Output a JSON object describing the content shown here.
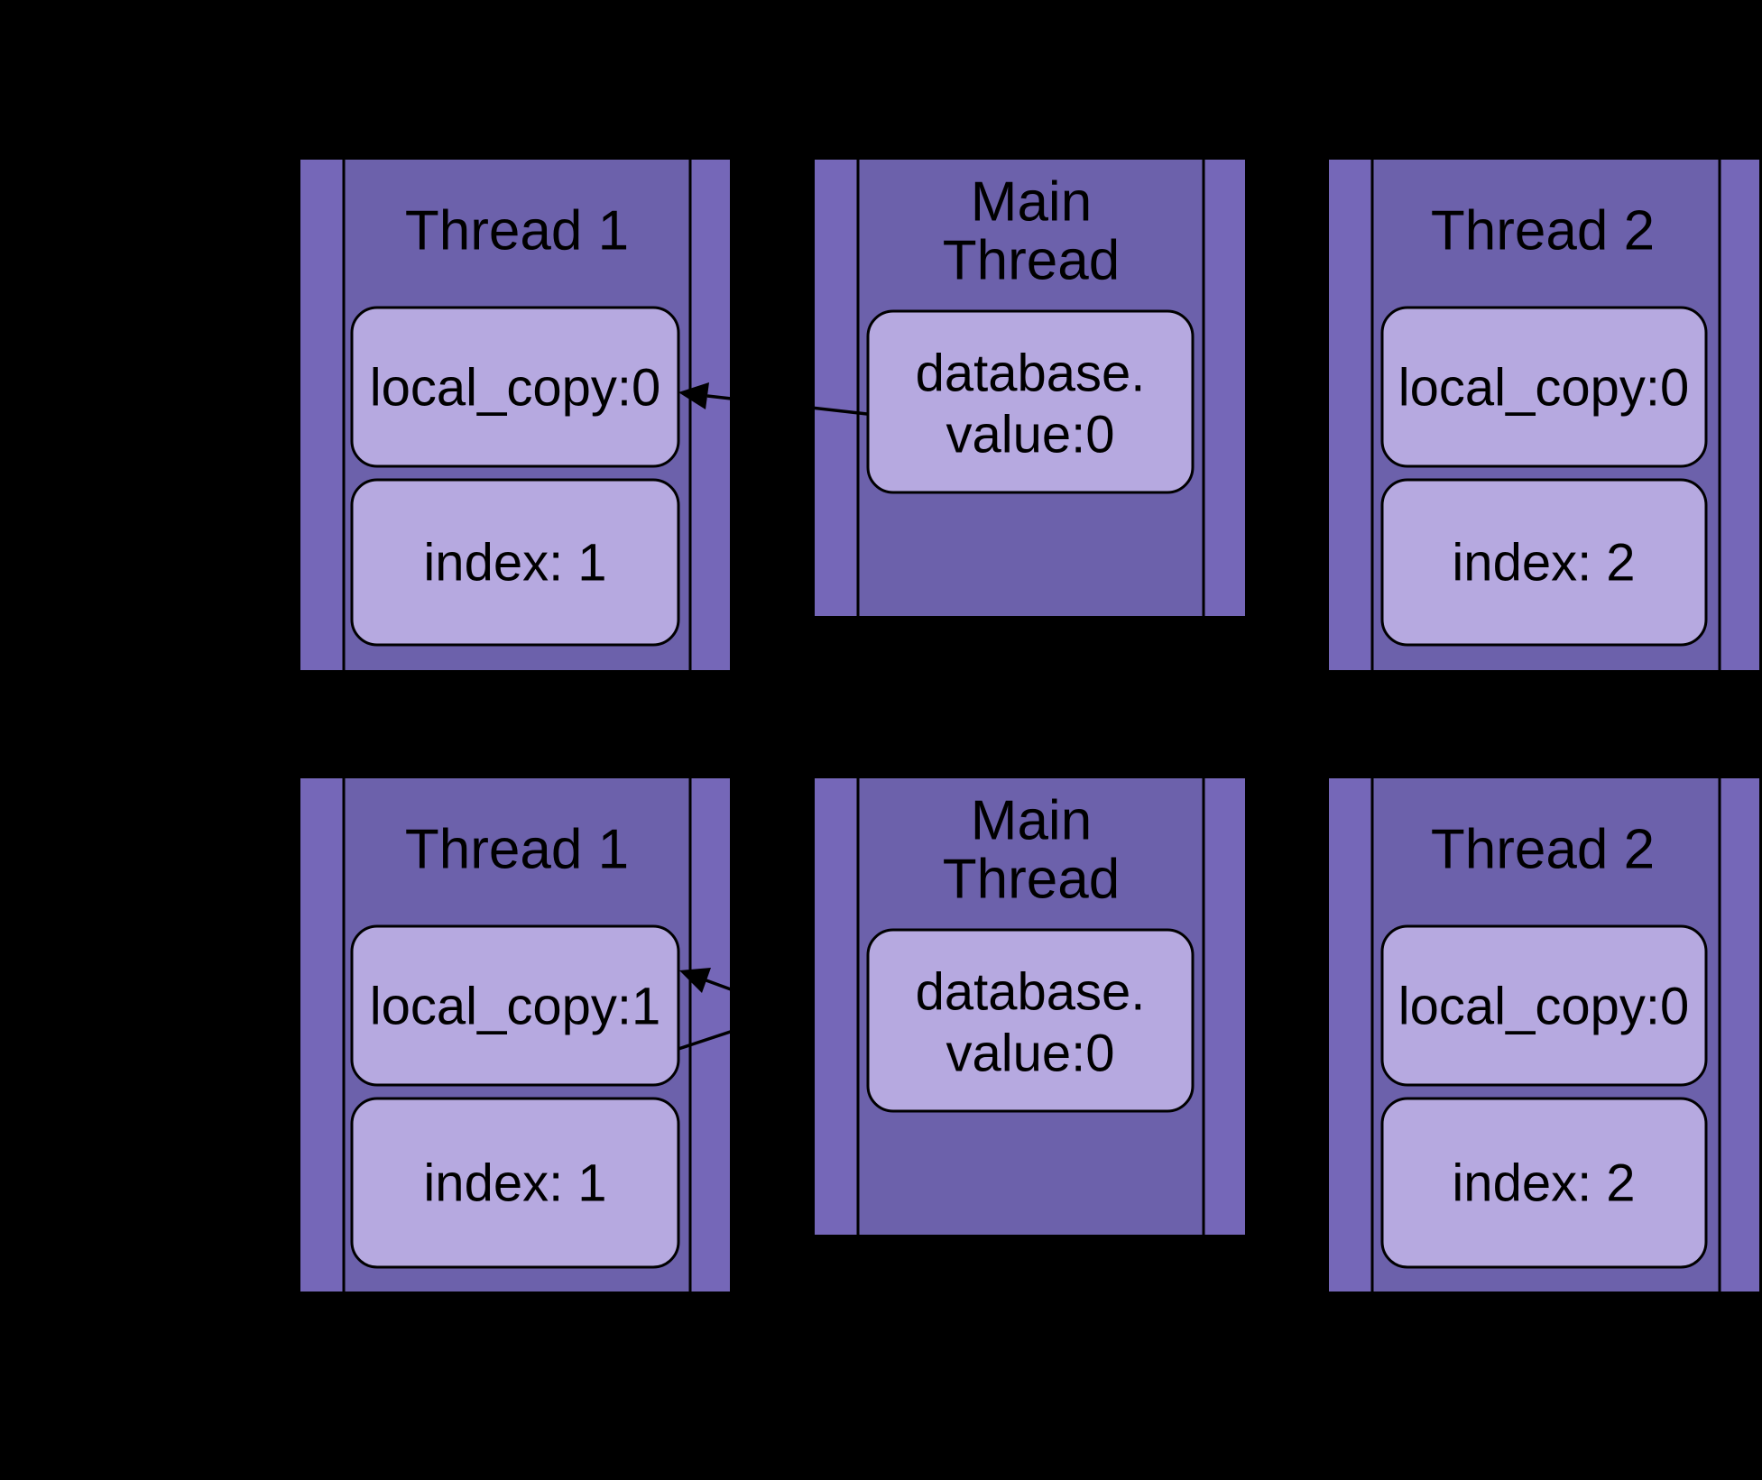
{
  "colors": {
    "background": "#000000",
    "panel_strip": "#7567b8",
    "panel_main": "#6c61ab",
    "box_fill": "#b6a9e0",
    "line": "#000000"
  },
  "row1": {
    "thread1": {
      "title": "Thread 1",
      "local_copy": "local_copy:0",
      "index": "index: 1"
    },
    "main_thread": {
      "title_line1": "Main",
      "title_line2": "Thread",
      "database_line1": "database.",
      "database_line2": "value:0"
    },
    "thread2": {
      "title": "Thread 2",
      "local_copy": "local_copy:0",
      "index": "index: 2"
    }
  },
  "row2": {
    "thread1": {
      "title": "Thread 1",
      "local_copy": "local_copy:1",
      "index": "index: 1"
    },
    "main_thread": {
      "title_line1": "Main",
      "title_line2": "Thread",
      "database_line1": "database.",
      "database_line2": "value:0"
    },
    "thread2": {
      "title": "Thread 2",
      "local_copy": "local_copy:0",
      "index": "index: 2"
    }
  }
}
